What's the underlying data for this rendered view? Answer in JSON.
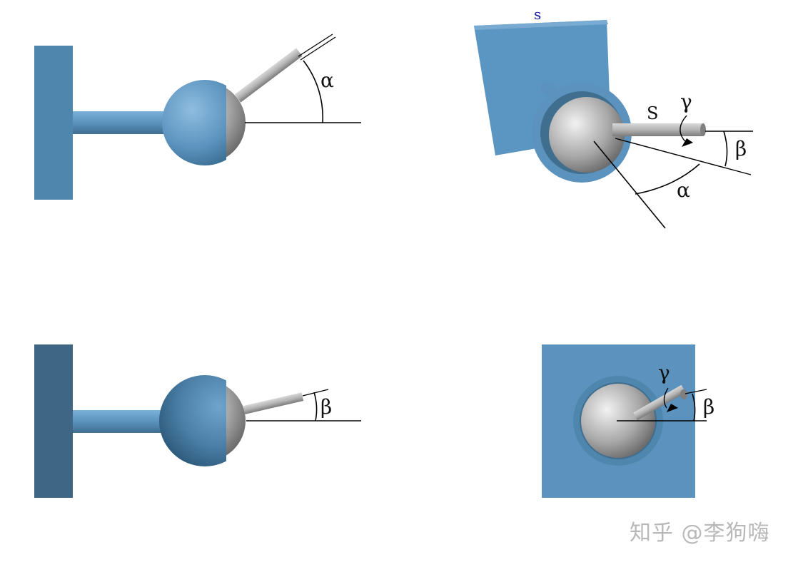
{
  "labels": {
    "alpha": "α",
    "beta": "β",
    "gamma": "γ",
    "s_upper": "S",
    "s_lower": "s"
  },
  "watermark": "知乎 @李狗嗨",
  "colors": {
    "body_blue": "#5b93be",
    "dark_blue": "#3f6e8e",
    "steel": "#9a9a9a",
    "line": "#000000"
  }
}
